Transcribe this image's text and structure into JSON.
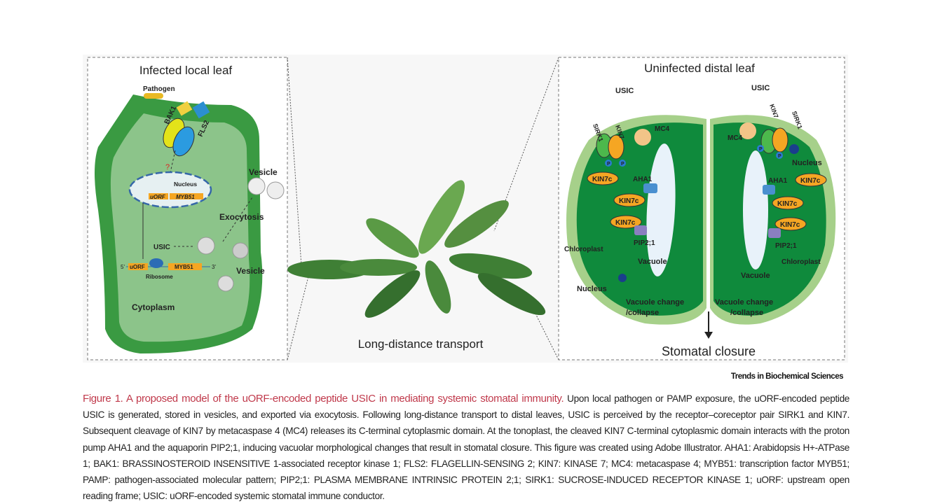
{
  "figure": {
    "left_panel": {
      "title": "Infected local leaf",
      "labels": {
        "pathogen": "Pathogen",
        "bak1": "BAK1",
        "fls2": "FLS2",
        "question": "?",
        "nucleus": "Nucleus",
        "uorf_nuc": "uORF",
        "myb51_nuc": "MYB51",
        "vesicle_top": "Vesicle",
        "exocytosis": "Exocytosis",
        "usic": "USIC",
        "five_prime": "5'",
        "uorf": "uORF",
        "myb51": "MYB51",
        "three_prime": "3'",
        "ribosome": "Ribosome",
        "vesicle_bottom": "Vesicle",
        "cytoplasm": "Cytoplasm"
      }
    },
    "middle": {
      "label": "Long-distance transport"
    },
    "right_panel": {
      "title": "Uninfected distal leaf",
      "left_cell": {
        "usic": "USIC",
        "kin7": "KIN7",
        "sirk1": "SIRK1",
        "mc4": "MC4",
        "p1": "P",
        "p2": "P",
        "kin7c_1": "KIN7c",
        "aha1": "AHA1",
        "kin7c_2": "KIN7c",
        "kin7c_3": "KIN7c",
        "pip": "PIP2;1",
        "chloroplast": "Chloroplast",
        "vacuole": "Vacuole",
        "nucleus": "Nucleus",
        "vacuole_change": "Vacuole change",
        "collapse": "/collapse"
      },
      "right_cell": {
        "usic": "USIC",
        "kin7": "KIN7",
        "sirk1": "SIRK1",
        "mc4": "MC4",
        "p1": "P",
        "p2": "P",
        "nucleus": "Nucleus",
        "aha1": "AHA1",
        "kin7c_1": "KIN7c",
        "kin7c_2": "KIN7c",
        "kin7c_3": "KIN7c",
        "pip": "PIP2;1",
        "chloroplast": "Chloroplast",
        "vacuole": "Vacuole",
        "vacuole_change": "Vacuole change",
        "collapse": "/collapse"
      },
      "outcome": "Stomatal closure"
    },
    "journal": "Trends in Biochemical Sciences"
  },
  "caption": {
    "title": "Figure 1. A proposed model of the uORF-encoded peptide USIC in mediating systemic stomatal immunity.",
    "body": " Upon local pathogen or PAMP exposure, the uORF-encoded peptide USIC is generated, stored in vesicles, and exported via exocytosis. Following long-distance transport to distal leaves, USIC is perceived by the receptor–coreceptor pair SIRK1 and KIN7. Subsequent cleavage of KIN7 by metacaspase 4 (MC4) releases its C-terminal cytoplasmic domain. At the tonoplast, the cleaved KIN7 C-terminal cytoplasmic domain interacts with the proton pump AHA1 and the aquaporin PIP2;1, inducing vacuolar morphological changes that result in stomatal closure. This figure was created using Adobe Illustrator. AHA1: Arabidopsis H+-ATPase 1; BAK1: BRASSINOSTEROID INSENSITIVE 1-associated receptor kinase 1; FLS2: FLAGELLIN-SENSING 2; KIN7: KINASE 7; MC4: metacaspase 4; MYB51: transcription factor MYB51; PAMP: pathogen-associated molecular pattern; PIP2;1: PLASMA MEMBRANE INTRINSIC PROTEIN 2;1; SIRK1: SUCROSE-INDUCED RECEPTOR KINASE 1; uORF: upstream open reading frame; USIC: uORF-encoded systemic stomatal immune conductor."
  },
  "colors": {
    "dark_green": "#2f8f3a",
    "light_green": "#8cc48a",
    "guard_cell": "#0f8a3c",
    "orange": "#f5a623",
    "caption_title": "#c0394b"
  }
}
